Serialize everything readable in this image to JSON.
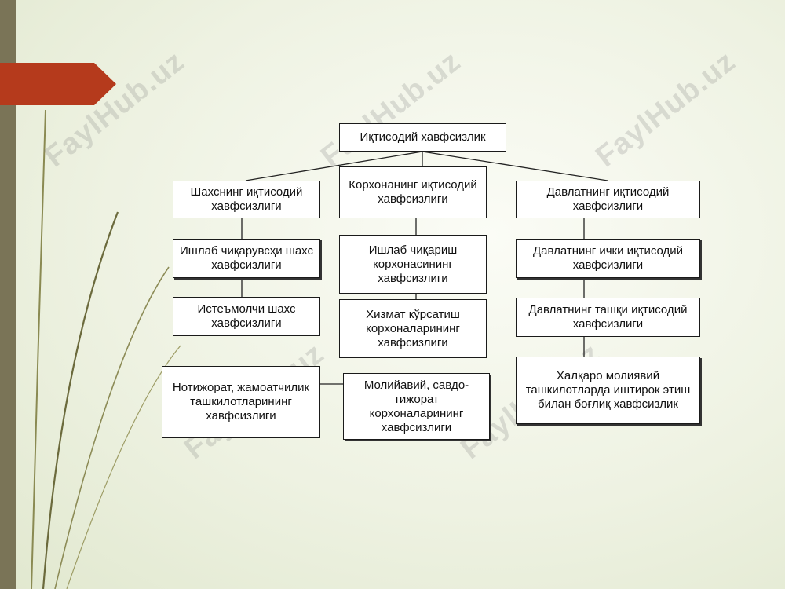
{
  "diagram": {
    "root": "Иқтисодий хавфсизлик",
    "col_left": {
      "head": "Шахснинг иқтисодий хавфсизлиги",
      "items": [
        "Ишлаб чиқарувсҳи шахс хавфсизлиги",
        "Истеъмолчи шахс хавфсизлиги"
      ]
    },
    "col_mid": {
      "head": "Корхонанинг иқтисодий хавфсизлиги",
      "items": [
        "Ишлаб чиқариш корхонасининг хавфсизлиги",
        "Хизмат кўрсатиш корхоналарининг хавфсизлиги"
      ]
    },
    "col_right": {
      "head": "Давлатнинг иқтисодий хавфсизлиги",
      "items": [
        "Давлатнинг ички иқтисодий хавфсизлиги",
        "Давлатнинг ташқи иқтисодий хавфсизлиги",
        "Халқаро молиявий ташкилотларда иштирок этиш билан боғлиқ хавфсизлик"
      ]
    },
    "bottom_left": "Нотижорат, жамоатчилик ташкилотларининг хавфсизлиги",
    "bottom_mid": "Молийавий, савдо-тижорат корхоналарининг хавфсизлиги"
  },
  "watermark": "FaylHub.uz",
  "colors": {
    "accent_tab": "#b53a1c",
    "left_bar": "#7a7457",
    "decor_lines": "#6b6a3c"
  }
}
